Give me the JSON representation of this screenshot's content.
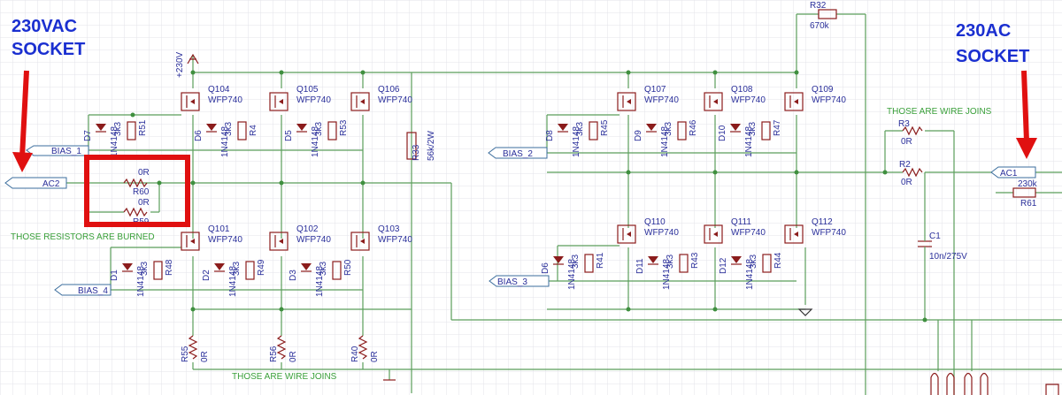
{
  "annotations": {
    "left_socket": [
      "230VAC",
      "SOCKET"
    ],
    "right_socket": [
      "230AC",
      "SOCKET"
    ],
    "burned_note": "THOSE RESISTORS ARE BURNED",
    "wire_joins_top": "THOSE ARE WIRE JOINS",
    "wire_joins_bottom": "THOSE ARE WIRE JOINS"
  },
  "colors": {
    "callout": "#e01010",
    "annotation_text": "#1a2fd0",
    "wire": "#5b9e5b",
    "part": "#8b1c1c",
    "label": "#2a2f9a",
    "grid": "#e3e3ea"
  },
  "nets": {
    "ac2": "AC2",
    "ac1": "AC1",
    "bias1": "BIAS_1",
    "bias2": "BIAS_2",
    "bias3": "BIAS_3",
    "bias4": "BIAS_4",
    "supply": "+230V"
  },
  "mosfets": [
    {
      "ref": "Q104",
      "type": "WFP740"
    },
    {
      "ref": "Q105",
      "type": "WFP740"
    },
    {
      "ref": "Q106",
      "type": "WFP740"
    },
    {
      "ref": "Q107",
      "type": "WFP740"
    },
    {
      "ref": "Q108",
      "type": "WFP740"
    },
    {
      "ref": "Q109",
      "type": "WFP740"
    },
    {
      "ref": "Q101",
      "type": "WFP740"
    },
    {
      "ref": "Q102",
      "type": "WFP740"
    },
    {
      "ref": "Q103",
      "type": "WFP740"
    },
    {
      "ref": "Q110",
      "type": "WFP740"
    },
    {
      "ref": "Q111",
      "type": "WFP740"
    },
    {
      "ref": "Q112",
      "type": "WFP740"
    }
  ],
  "diodes": {
    "top_left": [
      {
        "ref": "D7",
        "type": "1N4148"
      },
      {
        "ref": "D6",
        "type": "1N4148"
      },
      {
        "ref": "D5",
        "type": "1N4148"
      }
    ],
    "top_right": [
      {
        "ref": "D8",
        "type": "1N4148"
      },
      {
        "ref": "D9",
        "type": "1N4148"
      },
      {
        "ref": "D10",
        "type": "1N4148"
      }
    ],
    "bottom_left": [
      {
        "ref": "D1",
        "type": "1N4148"
      },
      {
        "ref": "D2",
        "type": "1N4148"
      },
      {
        "ref": "D3",
        "type": "1N4148"
      }
    ],
    "bottom_right": [
      {
        "ref": "D6",
        "type": "1N4148"
      },
      {
        "ref": "D11",
        "type": "1N4148"
      },
      {
        "ref": "D12",
        "type": "1N4148"
      }
    ]
  },
  "resistors": {
    "top_left": [
      {
        "ref": "R51",
        "value": "3k3"
      },
      {
        "ref": "R4",
        "value": "3k3"
      },
      {
        "ref": "R53",
        "value": "3k3"
      }
    ],
    "top_right": [
      {
        "ref": "R45",
        "value": "3k3"
      },
      {
        "ref": "R46",
        "value": "3k3"
      },
      {
        "ref": "R47",
        "value": "3k3"
      }
    ],
    "bottom_left": [
      {
        "ref": "R48",
        "value": "3k3"
      },
      {
        "ref": "R49",
        "value": "3k3"
      },
      {
        "ref": "R50",
        "value": "3k3"
      }
    ],
    "bottom_right": [
      {
        "ref": "R41",
        "value": "3k3"
      },
      {
        "ref": "R43",
        "value": "3k3"
      },
      {
        "ref": "R44",
        "value": "3k3"
      }
    ],
    "series": [
      {
        "ref": "R60",
        "value": "0R"
      },
      {
        "ref": "R59",
        "value": "0R"
      }
    ],
    "r33": {
      "ref": "R33",
      "value": "56k/2W"
    },
    "r32": {
      "ref": "R32",
      "value": "670k"
    },
    "r3": {
      "ref": "R3",
      "value": "0R"
    },
    "r2": {
      "ref": "R2",
      "value": "0R"
    },
    "r61": {
      "ref": "R61",
      "value": "230k"
    },
    "bottom_row": [
      {
        "ref": "R55",
        "value": "0R"
      },
      {
        "ref": "R56",
        "value": "0R"
      },
      {
        "ref": "R40",
        "value": "0R"
      }
    ]
  },
  "capacitor": {
    "ref": "C1",
    "value": "10n/275V"
  }
}
